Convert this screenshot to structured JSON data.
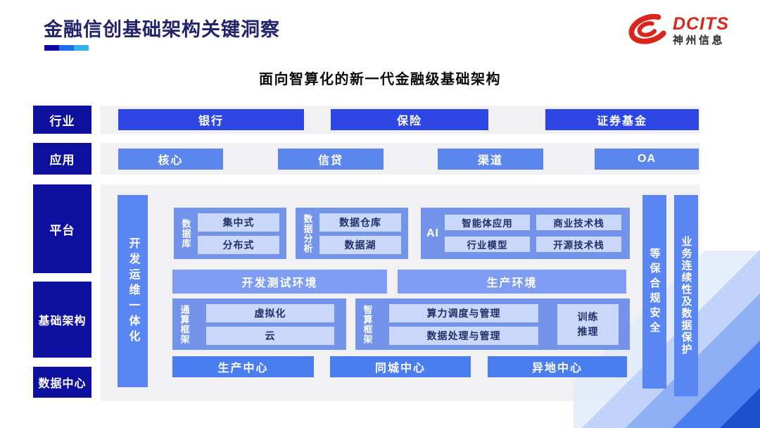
{
  "header": {
    "title": "金融信创基础架构关键洞察",
    "logo": {
      "brand": "DCITS",
      "company": "神州信息"
    }
  },
  "subtitle": "面向智算化的新一代金融级基础架构",
  "side_labels": {
    "industry": "行业",
    "application": "应用",
    "platform": "平台",
    "infrastructure": "基础架构",
    "datacenter": "数据中心"
  },
  "industry_row": {
    "bank": "银行",
    "insurance": "保险",
    "securities": "证券基金"
  },
  "application_row": {
    "core": "核心",
    "credit": "信贷",
    "channel": "渠道",
    "oa": "OA"
  },
  "platform": {
    "devops_bar": "开发运维一体化",
    "database_group": {
      "label": "数据库",
      "items": [
        "集中式",
        "分布式"
      ]
    },
    "analytics_group": {
      "label": "数据分析",
      "items": [
        "数据仓库",
        "数据湖"
      ]
    },
    "ai_group": {
      "label": "AI",
      "items": [
        "智能体应用",
        "商业技术栈",
        "行业模型",
        "开源技术栈"
      ]
    },
    "env_bars": {
      "devtest": "开发测试环境",
      "production": "生产环境"
    },
    "general_compute_group": {
      "label": "通算框架",
      "items": [
        "虚拟化",
        "云"
      ]
    },
    "ai_compute_group": {
      "label": "智算框架",
      "items": [
        "算力调度与管理",
        "数据处理与管理"
      ],
      "side": "训练推理"
    },
    "centers": {
      "production": "生产中心",
      "samecity": "同城中心",
      "remote": "异地中心"
    },
    "security_bar": "等保合规安全",
    "continuity_bar": "业务连续性及数据保护"
  },
  "colors": {
    "navy": "#0E10A0",
    "royal_blue": "#2E46E4",
    "app_blue": "#5A86EE",
    "group_blue": "#7494EC",
    "bar_blue": "#5986F2",
    "inner_light": "#C9D7F8",
    "center_blue": "#4A7DEE",
    "env_blue": "#7D9CF2",
    "title_navy": "#23246A",
    "logo_red": "#D9251C",
    "panel_gray": "#F1F1F4",
    "underline": [
      "#0909A8",
      "#1E6EE8",
      "#33B3EA"
    ]
  }
}
